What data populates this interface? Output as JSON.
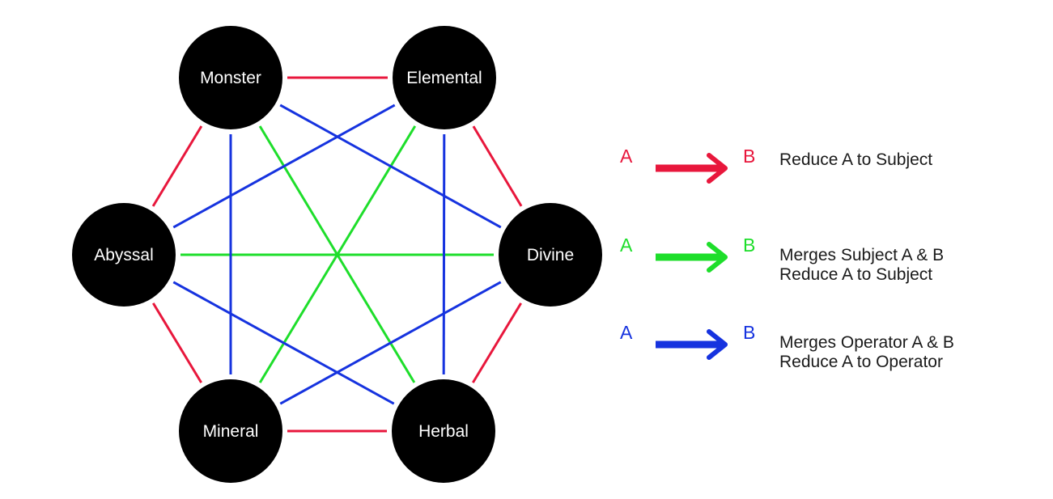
{
  "colors": {
    "red": "#e8173c",
    "green": "#1ede2b",
    "blue": "#1633df",
    "node": "#000000",
    "node_text": "#ffffff"
  },
  "nodes": [
    {
      "id": "monster",
      "label": "Monster"
    },
    {
      "id": "elemental",
      "label": "Elemental"
    },
    {
      "id": "abyssal",
      "label": "Abyssal"
    },
    {
      "id": "divine",
      "label": "Divine"
    },
    {
      "id": "mineral",
      "label": "Mineral"
    },
    {
      "id": "herbal",
      "label": "Herbal"
    }
  ],
  "edges": [
    {
      "from": "monster",
      "to": "elemental",
      "type": "red"
    },
    {
      "from": "elemental",
      "to": "divine",
      "type": "red"
    },
    {
      "from": "divine",
      "to": "herbal",
      "type": "red"
    },
    {
      "from": "herbal",
      "to": "mineral",
      "type": "red"
    },
    {
      "from": "mineral",
      "to": "abyssal",
      "type": "red"
    },
    {
      "from": "abyssal",
      "to": "monster",
      "type": "red"
    },
    {
      "from": "monster",
      "to": "herbal",
      "type": "green"
    },
    {
      "from": "elemental",
      "to": "mineral",
      "type": "green"
    },
    {
      "from": "abyssal",
      "to": "divine",
      "type": "green"
    },
    {
      "from": "monster",
      "to": "mineral",
      "type": "blue"
    },
    {
      "from": "monster",
      "to": "divine",
      "type": "blue"
    },
    {
      "from": "elemental",
      "to": "abyssal",
      "type": "blue"
    },
    {
      "from": "elemental",
      "to": "herbal",
      "type": "blue"
    },
    {
      "from": "abyssal",
      "to": "herbal",
      "type": "blue"
    },
    {
      "from": "divine",
      "to": "mineral",
      "type": "blue"
    }
  ],
  "legend": [
    {
      "type": "red",
      "a": "A",
      "b": "B",
      "lines": [
        "Reduce A to Subject"
      ]
    },
    {
      "type": "green",
      "a": "A",
      "b": "B",
      "lines": [
        "Merges Subject A & B",
        "Reduce A to Subject"
      ]
    },
    {
      "type": "blue",
      "a": "A",
      "b": "B",
      "lines": [
        "Merges Operator A & B",
        "Reduce A to Operator"
      ]
    }
  ]
}
